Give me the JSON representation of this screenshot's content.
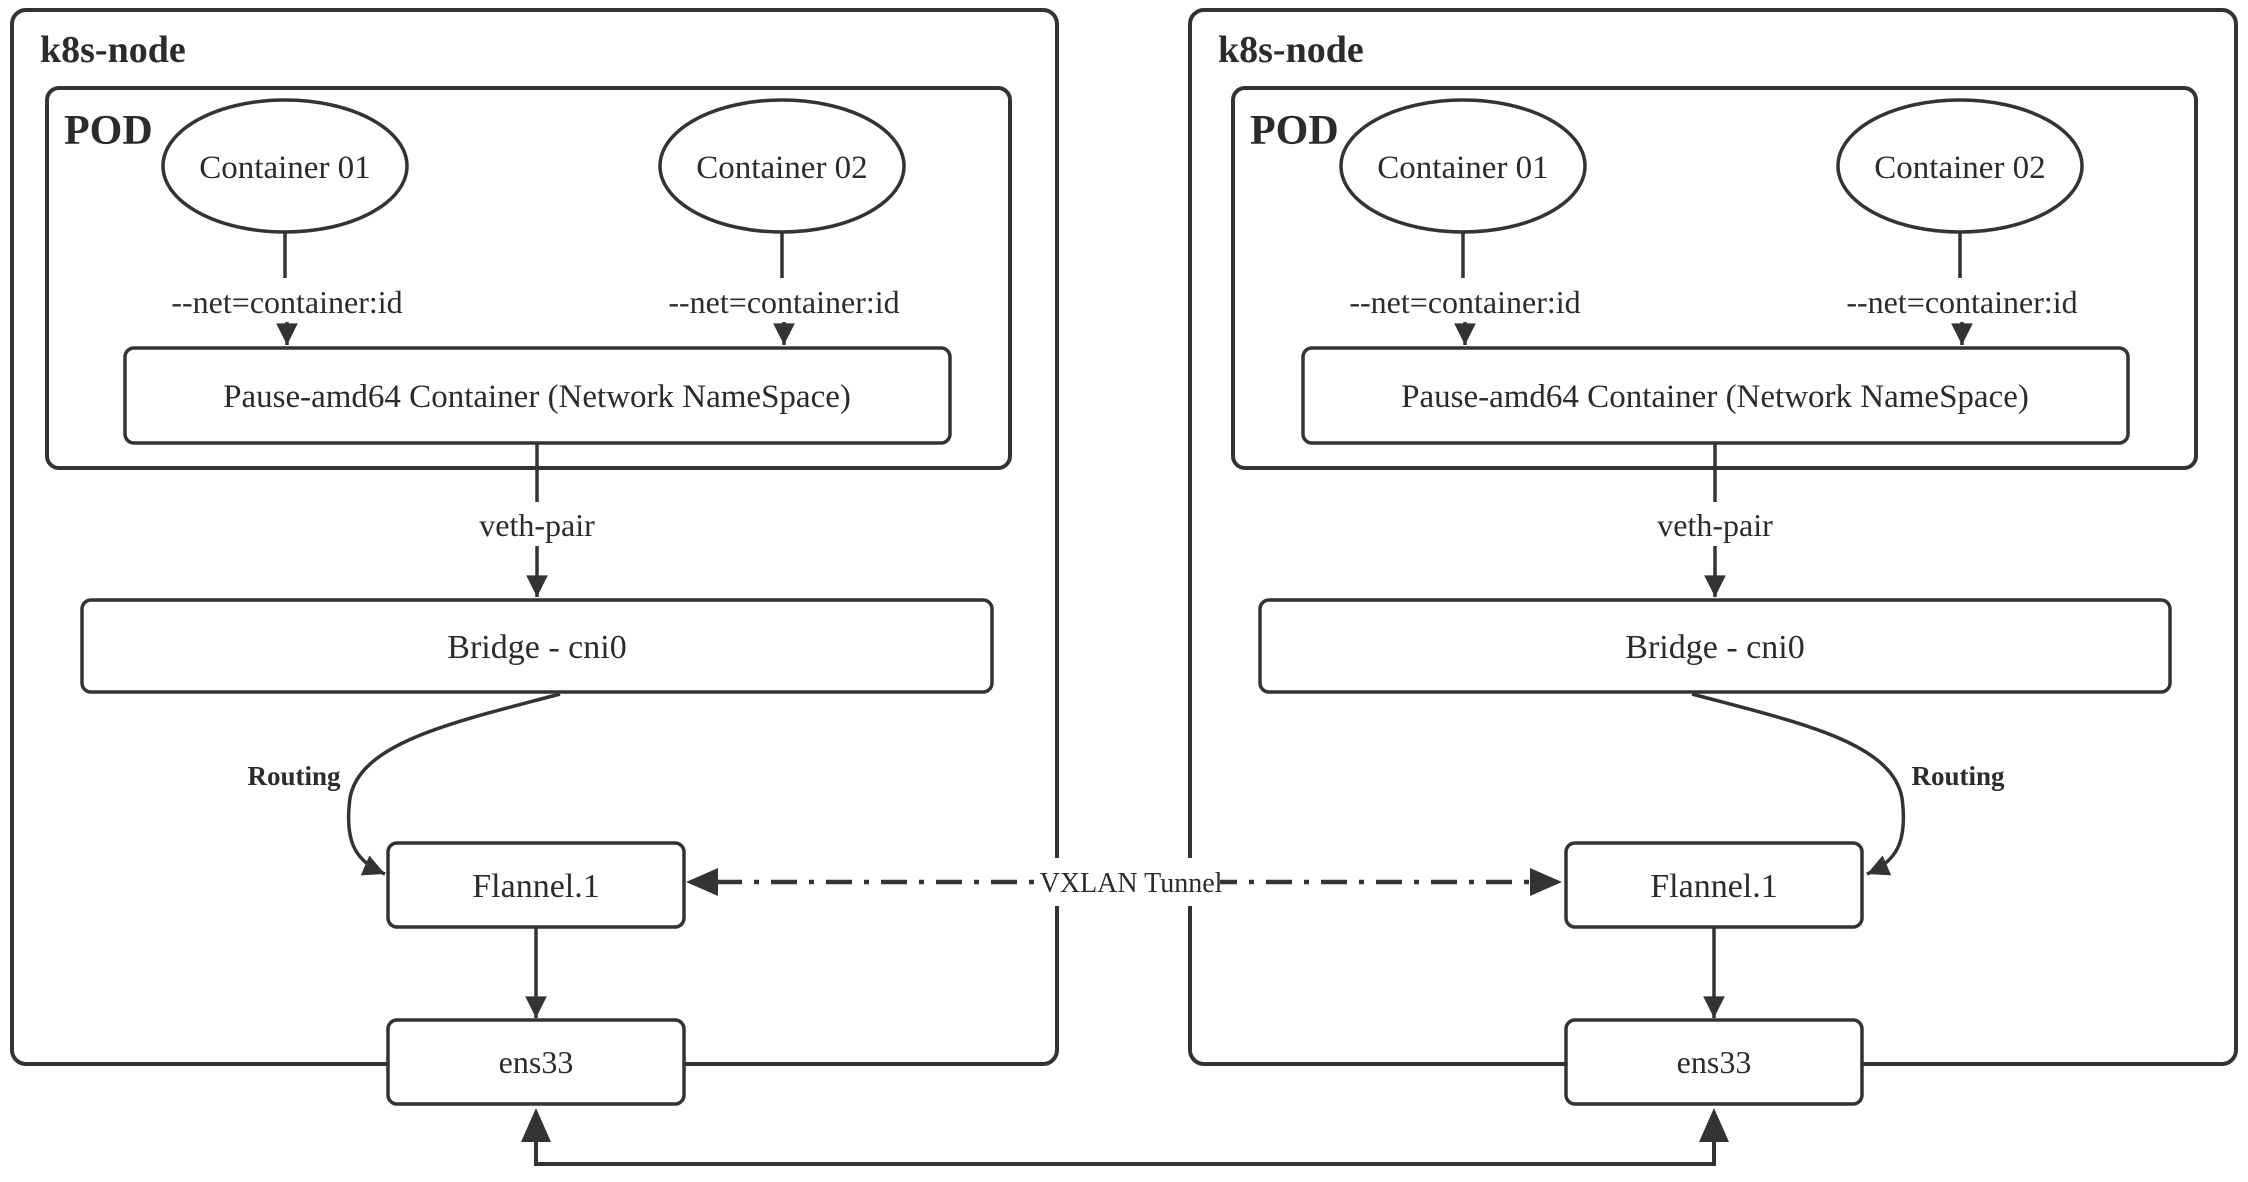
{
  "diagram": {
    "vxlan_label": "VXLAN Tunnel",
    "line_color": "#333333",
    "text_color": "#2b2b2b",
    "background": "#ffffff"
  },
  "nodes": [
    {
      "title": "k8s-node",
      "pod": {
        "label": "POD",
        "containers": [
          {
            "label": "Container 01",
            "net_label": "--net=container:id"
          },
          {
            "label": "Container 02",
            "net_label": "--net=container:id"
          }
        ],
        "pause_label": "Pause-amd64 Container (Network NameSpace)"
      },
      "veth_label": "veth-pair",
      "bridge_label": "Bridge - cni0",
      "routing_label": "Routing",
      "flannel_label": "Flannel.1",
      "ens_label": "ens33"
    },
    {
      "title": "k8s-node",
      "pod": {
        "label": "POD",
        "containers": [
          {
            "label": "Container 01",
            "net_label": "--net=container:id"
          },
          {
            "label": "Container 02",
            "net_label": "--net=container:id"
          }
        ],
        "pause_label": "Pause-amd64 Container (Network NameSpace)"
      },
      "veth_label": "veth-pair",
      "bridge_label": "Bridge - cni0",
      "routing_label": "Routing",
      "flannel_label": "Flannel.1",
      "ens_label": "ens33"
    }
  ]
}
